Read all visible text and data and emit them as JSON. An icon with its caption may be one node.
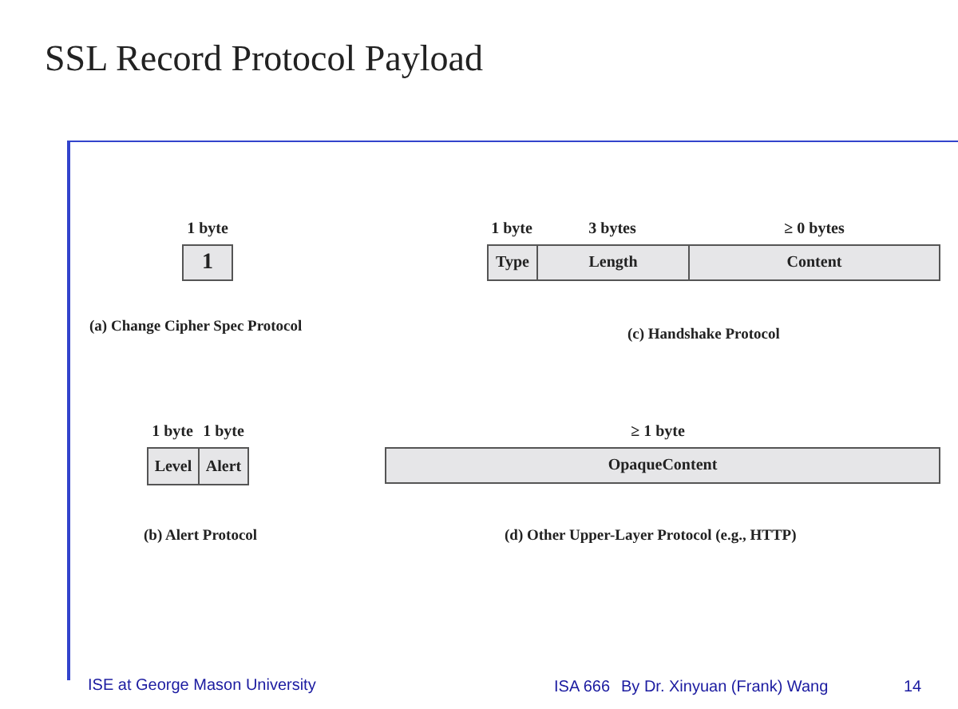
{
  "diagram": {
    "title": "SSL Record Protocol Payload",
    "nodes": [
      {
        "text": [
          "1"
        ],
        "beside": [
          "1 byte"
        ]
      },
      {
        "text": [
          "Type"
        ],
        "beside": [
          "1 byte"
        ]
      },
      {
        "text": [
          "Length"
        ],
        "beside": [
          "3 bytes"
        ]
      },
      {
        "text": [
          "Content"
        ],
        "beside": [
          "≥ 0 bytes"
        ]
      },
      {
        "text": [
          "Level"
        ],
        "beside": [
          "1 byte"
        ]
      },
      {
        "text": [
          "Alert"
        ],
        "beside": [
          "1 byte"
        ]
      },
      {
        "text": [
          "OpaqueContent"
        ],
        "beside": [
          "≥ 1 byte"
        ]
      }
    ],
    "edges": [],
    "labels": [
      "(a) Change Cipher Spec Protocol",
      "(c) Handshake Protocol",
      "(b) Alert Protocol",
      "(d) Other Upper-Layer Protocol (e.g., HTTP)",
      "ISE at George Mason University",
      "ISA 666",
      "By Dr. Xinyuan (Frank) Wang",
      "14"
    ]
  }
}
